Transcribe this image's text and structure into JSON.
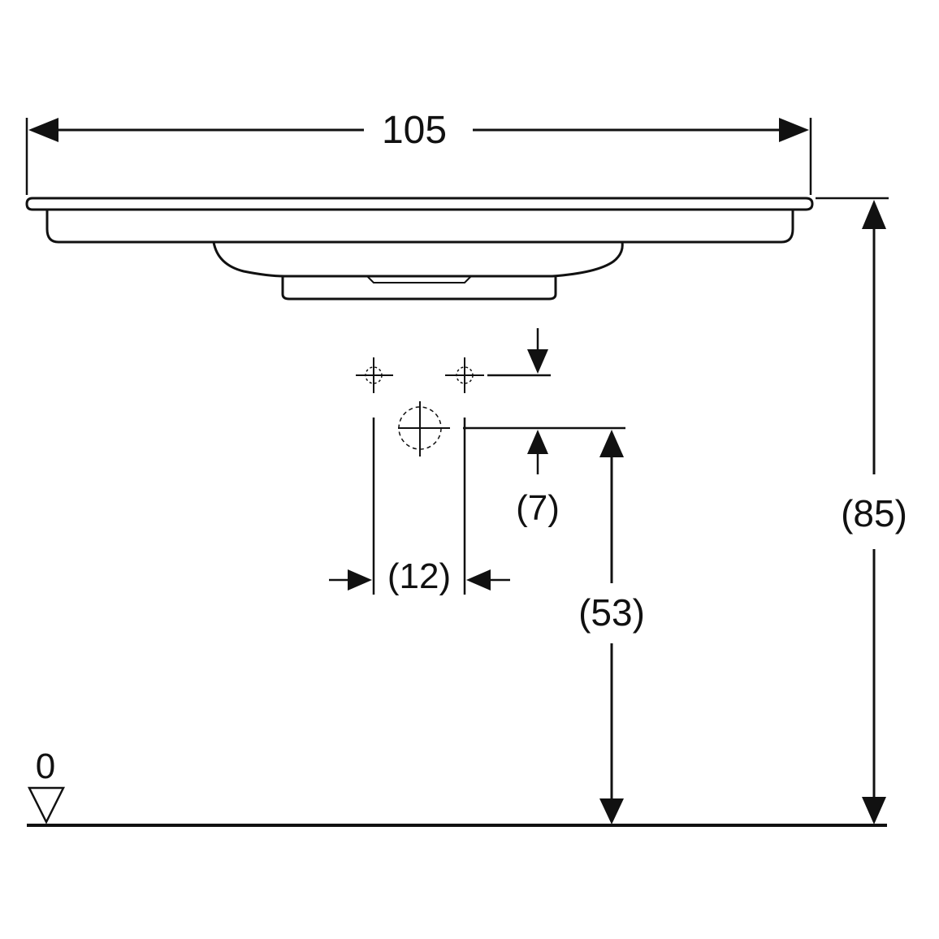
{
  "dimensions": {
    "width_label": "105",
    "height_label": "(85)",
    "drain_height_label": "(53)",
    "tap_offset_label": "(7)",
    "tap_spacing_label": "(12)",
    "floor_level_label": "0"
  },
  "colors": {
    "line": "#111111",
    "background": "#ffffff"
  }
}
